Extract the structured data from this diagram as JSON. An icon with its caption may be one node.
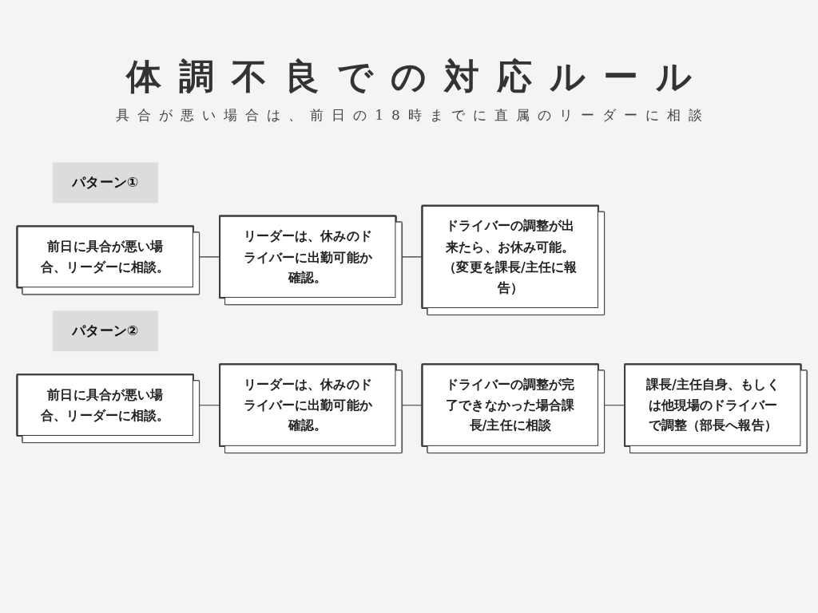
{
  "diagram": {
    "title": "体調不良での対応ルール",
    "nodes": [
      {
        "text": [
          "パターン①"
        ]
      },
      {
        "text": [
          "前日に具合が悪い場合、リーダーに相談。"
        ]
      },
      {
        "text": [
          "リーダーは、休みのドライバーに出勤可能か確認。"
        ]
      },
      {
        "text": [
          "ドライバーの調整が出来たら、お休み可能。（変更を課長/主任に報告）"
        ]
      },
      {
        "text": [
          "パターン②"
        ]
      },
      {
        "text": [
          "前日に具合が悪い場合、リーダーに相談。"
        ]
      },
      {
        "text": [
          "リーダーは、休みのドライバーに出勤可能か確認。"
        ]
      },
      {
        "text": [
          "ドライバーの調整が完了できなかった場合課長/主任に相談"
        ]
      },
      {
        "text": [
          "課長/主任自身、もしくは他現場のドライバーで調整（部長へ報告）"
        ]
      }
    ],
    "edges": [
      {
        "from": 1,
        "to": 2,
        "arrow": "none"
      },
      {
        "from": 2,
        "to": 3,
        "arrow": "none"
      },
      {
        "from": 5,
        "to": 6,
        "arrow": "none"
      },
      {
        "from": 6,
        "to": 7,
        "arrow": "none"
      },
      {
        "from": 7,
        "to": 8,
        "arrow": "none"
      }
    ],
    "labels": [
      "具合が悪い場合は、前日の18時までに直属のリーダーに相談"
    ]
  }
}
